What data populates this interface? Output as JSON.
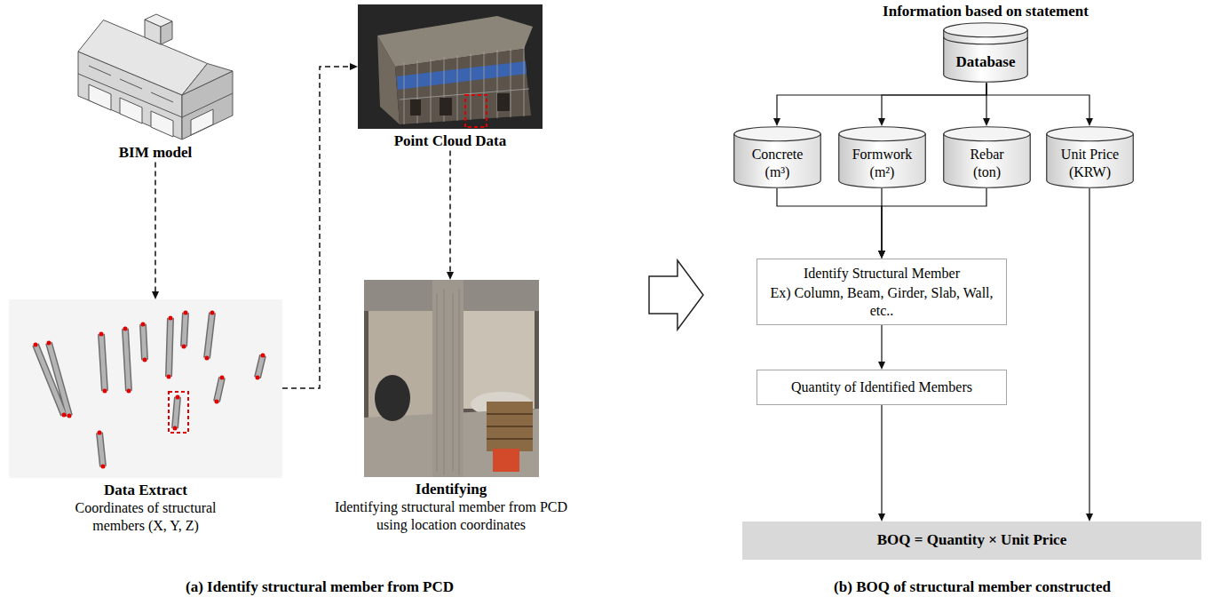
{
  "diagram": {
    "nodes": [
      {
        "text": [
          "BIM model"
        ]
      },
      {
        "text": [
          "Data Extract",
          "Coordinates of structural members (X, Y, Z)"
        ]
      },
      {
        "text": [
          "Point Cloud Data"
        ]
      },
      {
        "text": [
          "Identifying",
          "Identifying structural member from PCD using location coordinates"
        ]
      },
      {
        "text": [
          "Information based on statement",
          "Database"
        ]
      },
      {
        "text": [
          "Concrete (m³)"
        ]
      },
      {
        "text": [
          "Formwork (m²)"
        ]
      },
      {
        "text": [
          "Rebar (ton)"
        ]
      },
      {
        "text": [
          "Unit Price (KRW)"
        ]
      },
      {
        "text": [
          "Identify Structural Member",
          "Ex) Column, Beam, Girder, Slab, Wall, etc.."
        ]
      },
      {
        "text": [
          "Quantity of Identified Members"
        ]
      },
      {
        "text": [
          "BOQ = Quantity × Unit Price"
        ]
      }
    ],
    "edges": [
      {
        "from": 0,
        "to": 1,
        "arrow": "to"
      },
      {
        "from": 1,
        "to": 2,
        "arrow": "to"
      },
      {
        "from": 2,
        "to": 3,
        "arrow": "to"
      },
      {
        "from": 4,
        "to": 5,
        "arrow": "to"
      },
      {
        "from": 4,
        "to": 6,
        "arrow": "to"
      },
      {
        "from": 4,
        "to": 7,
        "arrow": "to"
      },
      {
        "from": 4,
        "to": 8,
        "arrow": "to"
      },
      {
        "from": 5,
        "to": 9,
        "arrow": "to"
      },
      {
        "from": 6,
        "to": 9,
        "arrow": "to"
      },
      {
        "from": 7,
        "to": 9,
        "arrow": "to"
      },
      {
        "from": 9,
        "to": 10,
        "arrow": "to"
      },
      {
        "from": 10,
        "to": 11,
        "arrow": "to"
      },
      {
        "from": 8,
        "to": 11,
        "arrow": "to"
      }
    ],
    "labels": [
      "(a) Identify structural member from PCD",
      "(b) BOQ of structural member constructed"
    ]
  }
}
